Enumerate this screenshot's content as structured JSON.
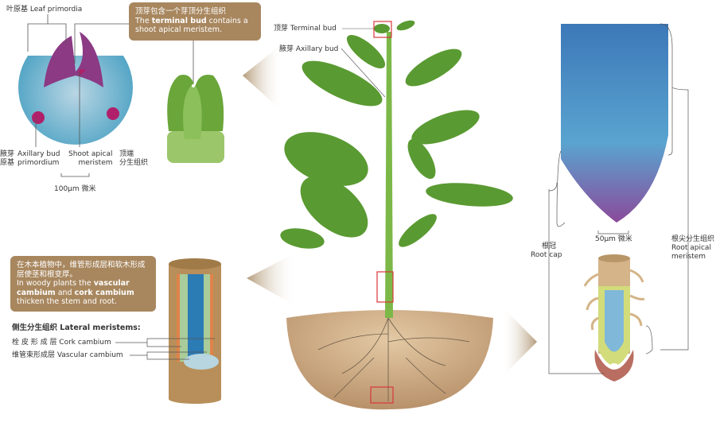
{
  "shoot": {
    "leaf_primordia": "叶原基  Leaf primordia",
    "axillary_bud_primordium_cn": "腋芽\n原基",
    "axillary_bud_primordium_en": "Axillary bud\nprimordium",
    "shoot_apical_meristem_en": "Shoot apical\nmeristem",
    "shoot_apical_meristem_cn": "顶端\n分生组织",
    "scale_bar": "100μm 微米",
    "callout_cn": "顶芽包含一个芽顶分生组织",
    "callout_en_pre": "The ",
    "callout_en_bold": "terminal bud",
    "callout_en_post": " contains a shoot apical meristem."
  },
  "plant": {
    "terminal_bud": "顶芽 Terminal bud",
    "axillary_bud": "腋芽 Axillary bud"
  },
  "stem": {
    "callout_cn": "在木本植物中，维管形成层和软木形成层使茎和根变厚。",
    "callout_en_1": "In woody plants the ",
    "callout_en_bold1": "vascular cambium",
    "callout_en_2": " and ",
    "callout_en_bold2": "cork cambium",
    "callout_en_3": " thicken the stem and root.",
    "lateral_title": "侧生分生组织 Lateral meristems:",
    "cork_cambium": "栓 皮 形 成 层 Cork cambium",
    "vascular_cambium": "维管束形成层 Vascular cambium"
  },
  "root": {
    "scale_bar": "50μm 微米",
    "root_cap_cn": "根冠",
    "root_cap_en": "Root cap",
    "rам": "",
    "root_apical_cn": "根尖分生组织",
    "root_apical_en": "Root apical\nmeristem"
  },
  "colors": {
    "callout": "#a8875f",
    "highlight_box": "#d8373a",
    "leaf": "#5a9a32",
    "soil": "#c9a77c"
  }
}
